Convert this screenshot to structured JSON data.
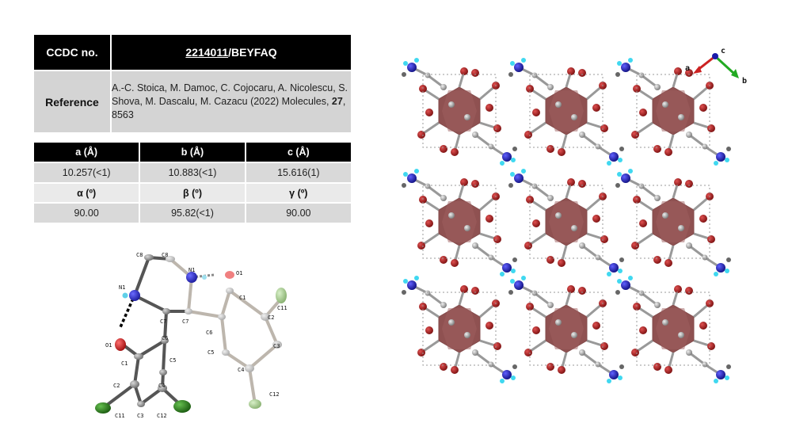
{
  "info": {
    "ccdc_label": "CCDC no.",
    "ccdc_number": "2214011",
    "ccdc_code": "/BEYFAQ",
    "reference_label": "Reference",
    "reference_text": "A.-C. Stoica, M. Damoc, C. Cojocaru, A. Nicolescu, S. Shova, M. Dascalu, M. Cazacu (2022) Molecules, ",
    "reference_volume": "27",
    "reference_pages": ", 8563"
  },
  "cell": {
    "headers1": [
      "a (Å)",
      "b (Å)",
      "c (Å)"
    ],
    "values1": [
      "10.257(<1)",
      "10.883(<1)",
      "15.616(1)"
    ],
    "headers2": [
      "α (º)",
      "β (º)",
      "γ (º)"
    ],
    "values2": [
      "90.00",
      "95.82(<1)",
      "90.00"
    ]
  },
  "molecule_labels": {
    "C8a": "C8",
    "C8b": "C8",
    "N1a": "N1",
    "N1b": "N1",
    "O1a": "O1",
    "O1b": "O1",
    "C1a": "C1",
    "C1b": "C1",
    "C7a": "C7",
    "C7b": "C7",
    "C6a": "C6",
    "C6b": "C6",
    "C5a": "C5",
    "C5b": "C5",
    "C2a": "C2",
    "C2b": "C2",
    "C3a": "C3",
    "C3b": "C3",
    "C4a": "C4",
    "C4b": "C4",
    "C11a": "C11",
    "C11b": "C11",
    "C12a": "C12",
    "C12b": "C12"
  },
  "axes_labels": {
    "a": "a",
    "b": "b",
    "c": "c"
  },
  "colors": {
    "chlorine": "#2e7d1f",
    "nitrogen": "#2222cc",
    "oxygen": "#cc2222",
    "carbon": "#8a8a8a",
    "ring": "#7a2a2a"
  }
}
